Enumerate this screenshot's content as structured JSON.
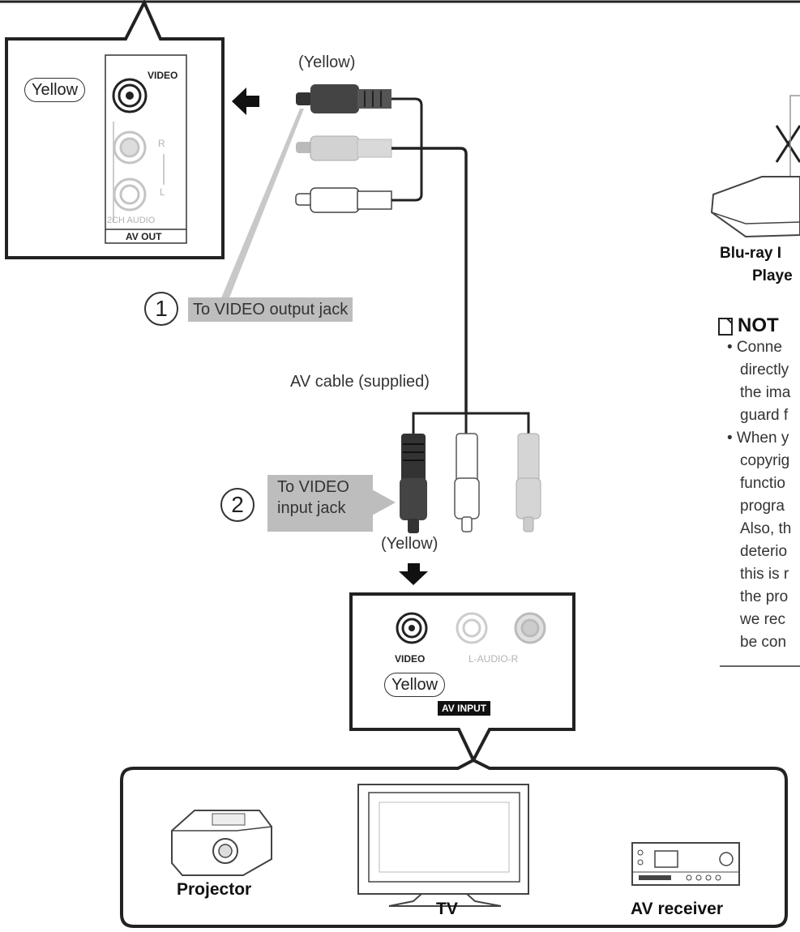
{
  "source_panel": {
    "video_label": "VIDEO",
    "r_label": "R",
    "l_label": "L",
    "audio_label": "2CH AUDIO",
    "av_out_label": "AV OUT",
    "yellow_tag": "Yellow"
  },
  "cable": {
    "top_color_label": "(Yellow)",
    "bottom_color_label": "(Yellow)",
    "cable_label": "AV cable (supplied)"
  },
  "steps": [
    {
      "number": "1",
      "text": "To VIDEO output jack"
    },
    {
      "number": "2",
      "text_line1": "To VIDEO",
      "text_line2": "input jack"
    }
  ],
  "input_panel": {
    "video_label": "VIDEO",
    "audio_label": "L-AUDIO-R",
    "yellow_tag": "Yellow",
    "av_input_label": "AV INPUT"
  },
  "devices": {
    "projector": "Projector",
    "tv": "TV",
    "av_receiver": "AV receiver"
  },
  "player": {
    "label_line1": "Blu-ray I",
    "label_line2": "Playe"
  },
  "note": {
    "heading": "NOT",
    "lines": [
      "• Conne",
      "directly",
      "the ima",
      "guard f",
      "• When y",
      "copyrig",
      "functio",
      "progra",
      "Also, th",
      "deterio",
      "this is r",
      "the pro",
      "we rec",
      "be con"
    ]
  }
}
